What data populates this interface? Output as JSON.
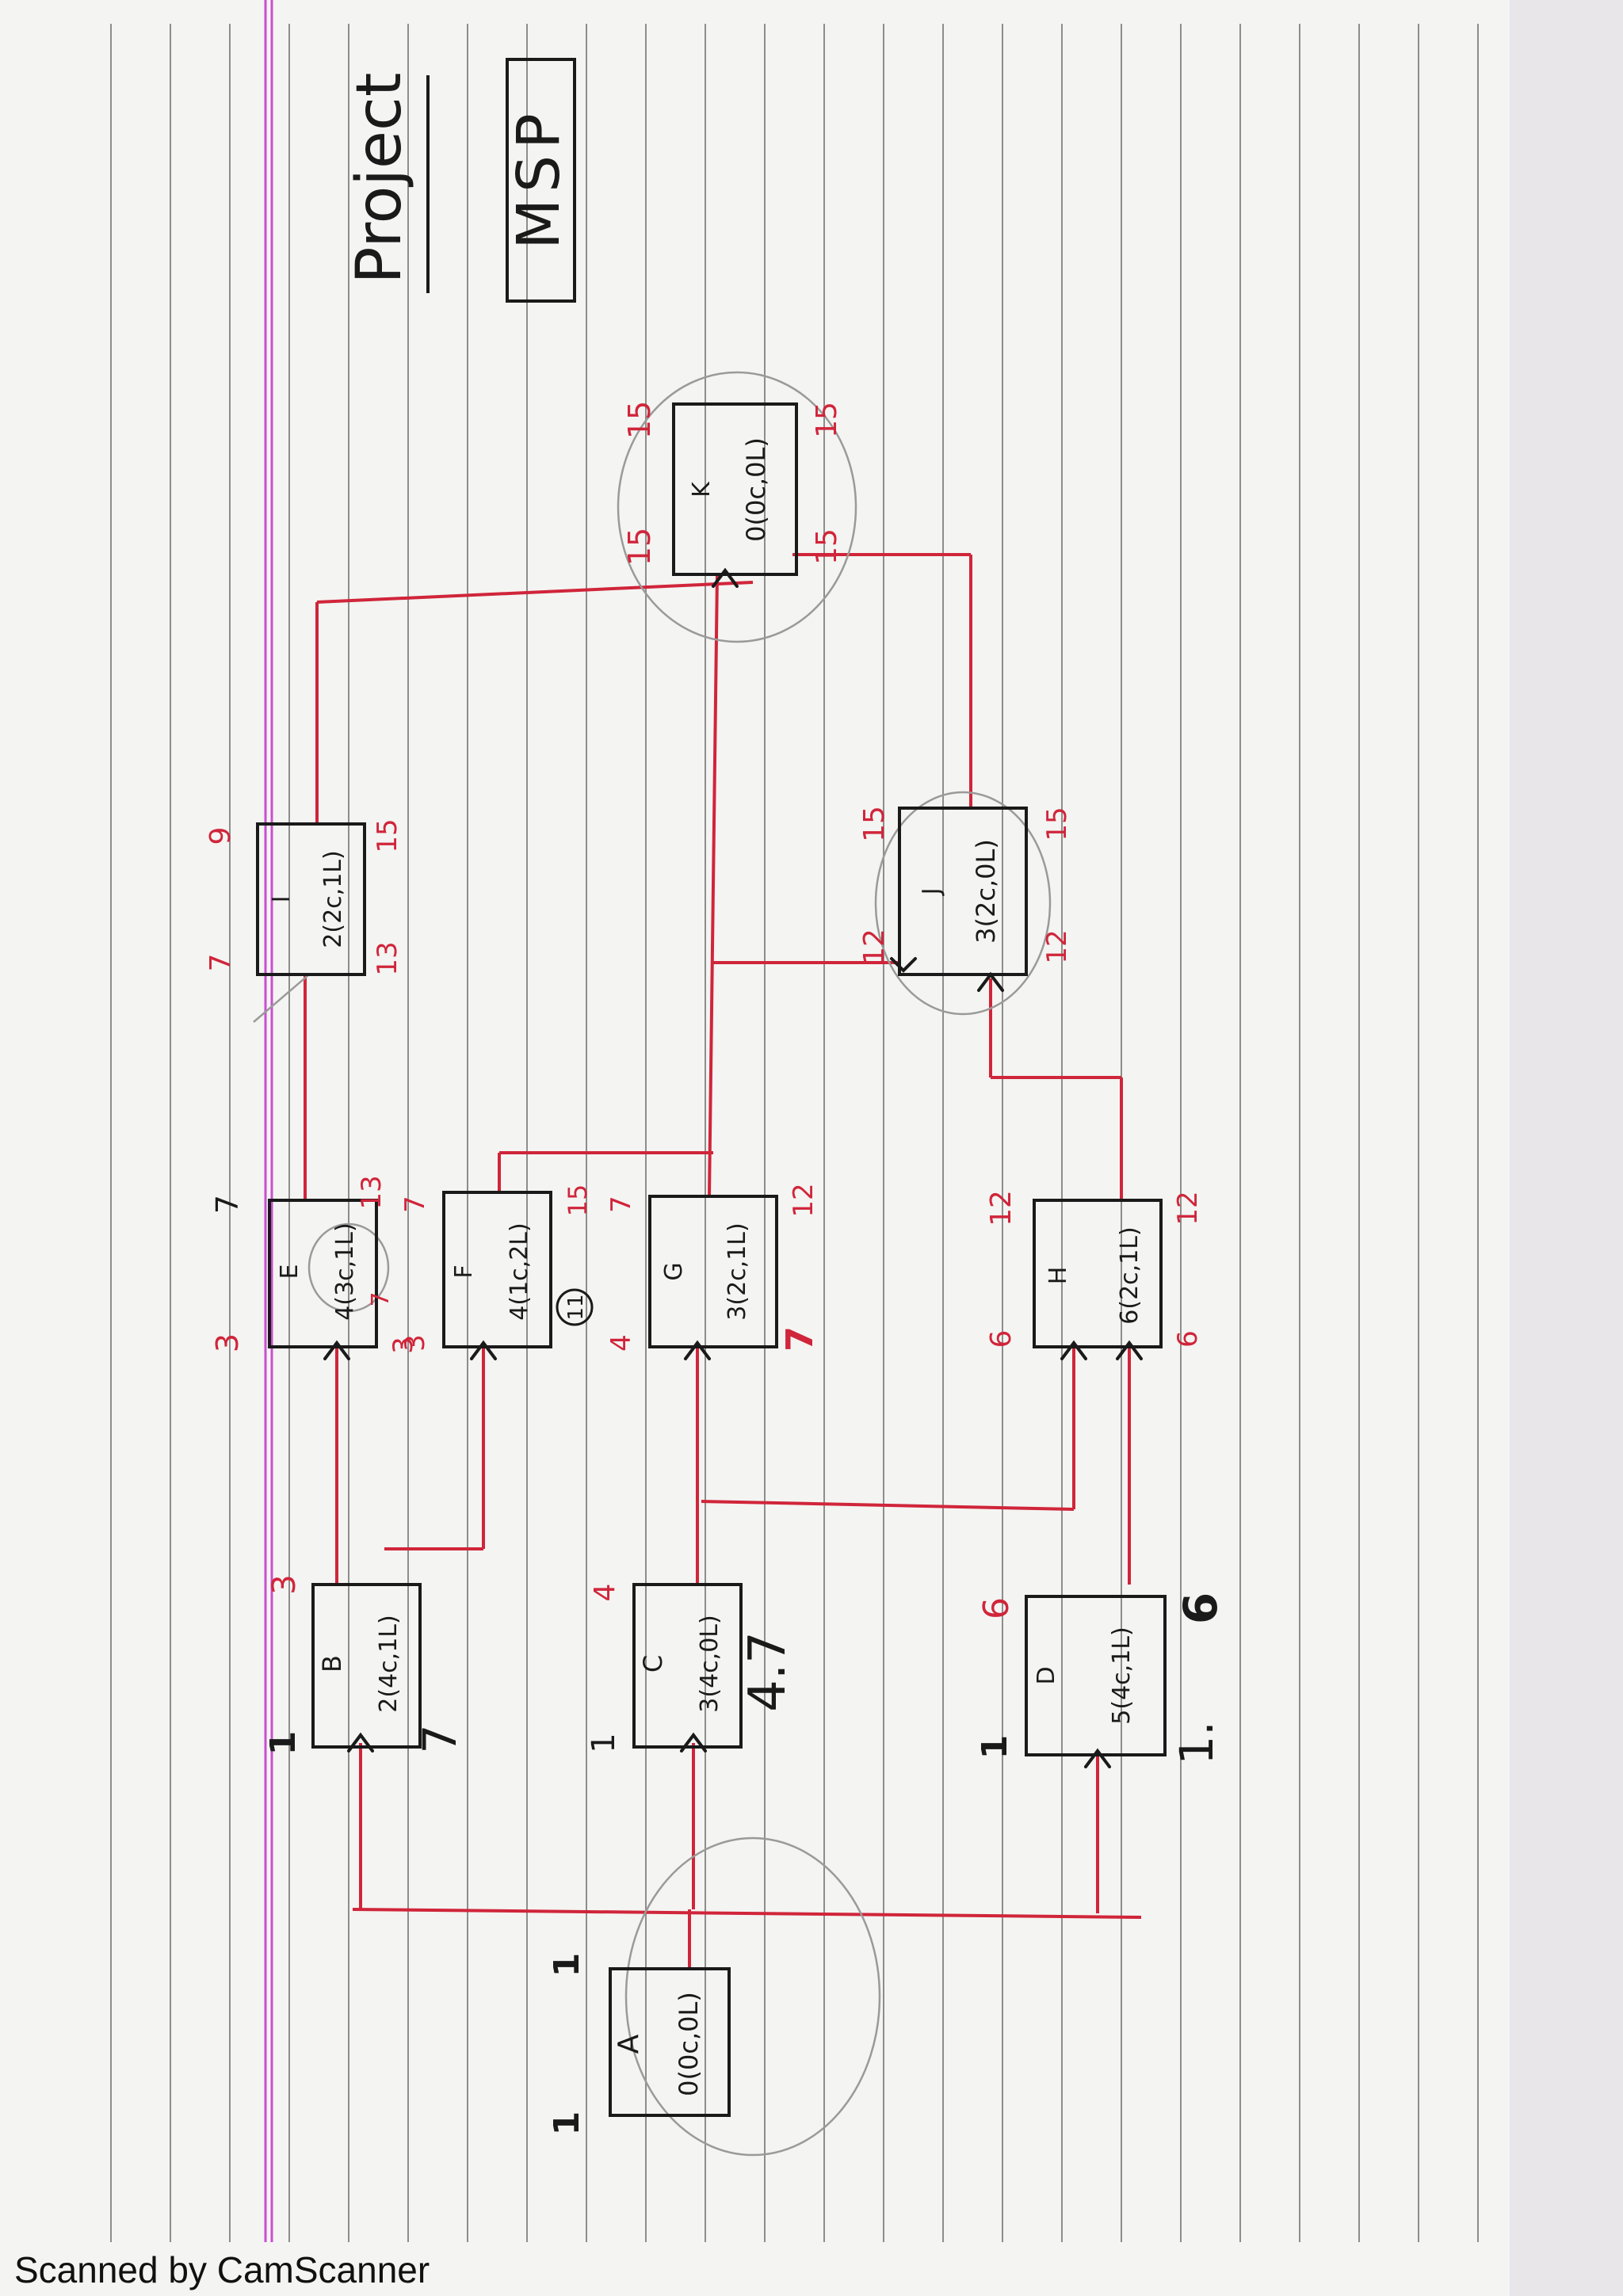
{
  "header": {
    "title": "Project",
    "subtitle": "MSP"
  },
  "footer": {
    "scanner_text": "Scanned by CamScanner"
  },
  "colors": {
    "paper": "#f4f4f2",
    "rule_line": "#2a2a2a",
    "margin_line": "#c84fd0",
    "ink_black": "#1a1a1a",
    "ink_red": "#d0253a",
    "pencil": "#9a9a9a"
  },
  "nodes": [
    {
      "id": "A",
      "label": "A",
      "duration": "0(0c,0L)",
      "marks_red": [],
      "marks_black": [
        "1",
        "1"
      ]
    },
    {
      "id": "B",
      "label": "B",
      "duration": "2(4c,1L)",
      "marks_red": [
        "3"
      ],
      "marks_black": [
        "1",
        "7"
      ]
    },
    {
      "id": "C",
      "label": "C",
      "duration": "3(4c,0L)",
      "marks_red": [
        "4"
      ],
      "marks_black": [
        "1",
        "4.7"
      ]
    },
    {
      "id": "D",
      "label": "D",
      "duration": "5(4c,1L)",
      "marks_red": [
        "6"
      ],
      "marks_black": [
        "1",
        "6",
        "1."
      ]
    },
    {
      "id": "E",
      "label": "E",
      "duration": "4(3c,1L)",
      "marks_red": [
        "3",
        "7",
        "3",
        "13"
      ],
      "marks_black": [
        "7"
      ]
    },
    {
      "id": "F",
      "label": "F",
      "duration": "4(1c,2L)",
      "marks_red": [
        "3",
        "7",
        "15"
      ],
      "marks_black": [
        "11"
      ]
    },
    {
      "id": "G",
      "label": "G",
      "duration": "3(2c,1L)",
      "marks_red": [
        "4",
        "7",
        "12",
        "7"
      ],
      "marks_black": []
    },
    {
      "id": "H",
      "label": "H",
      "duration": "6(2c,1L)",
      "marks_red": [
        "6",
        "12",
        "6",
        "12"
      ],
      "marks_black": []
    },
    {
      "id": "I",
      "label": "I",
      "duration": "2(2c,1L)",
      "marks_red": [
        "7",
        "9",
        "13",
        "15"
      ],
      "marks_black": []
    },
    {
      "id": "J",
      "label": "J",
      "duration": "3(2c,0L)",
      "marks_red": [
        "12",
        "15",
        "12",
        "15"
      ],
      "marks_black": []
    },
    {
      "id": "K",
      "label": "K",
      "duration": "0(0c,0L)",
      "marks_red": [
        "15",
        "15",
        "15",
        "15"
      ],
      "marks_black": []
    }
  ]
}
